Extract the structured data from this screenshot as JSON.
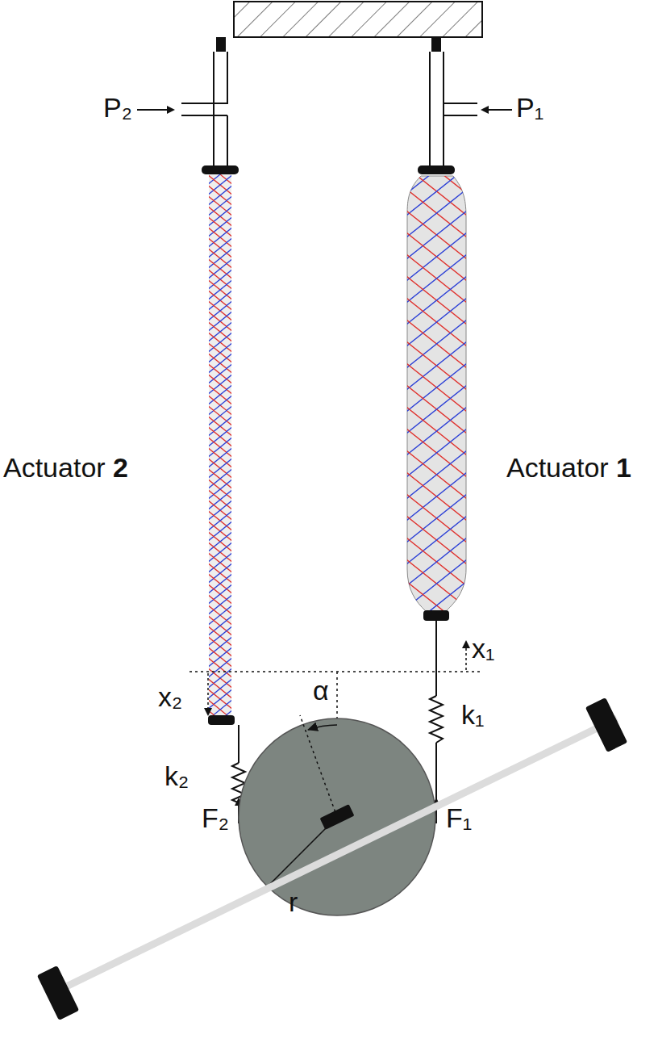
{
  "diagram": {
    "labels": [
      "P₂",
      "P₁",
      "Actuator 2",
      "Actuator 1",
      "x₁",
      "x₂",
      "k₁",
      "α",
      "k₂",
      "F₂",
      "F₁",
      "r"
    ]
  }
}
